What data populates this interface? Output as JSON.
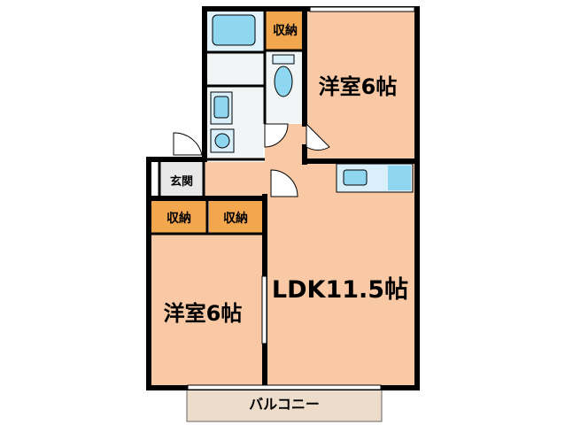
{
  "rooms": {
    "western_room_top": "洋室6帖",
    "western_room_bottom": "洋室6帖",
    "ldk": "LDK11.5帖",
    "entrance": "玄関",
    "storage_top": "収納",
    "storage_left": "収納",
    "storage_right": "収納",
    "balcony": "バルコニー"
  },
  "colors": {
    "room_fill": "#f8c9a4",
    "storage_fill": "#f2a74e",
    "balcony_fill": "#ecdcc9",
    "fixture_fill": "#8fd6f0",
    "fixture_light": "#d9f0fb",
    "wet_area_fill": "#f1f5f6",
    "wall": "#000000"
  }
}
